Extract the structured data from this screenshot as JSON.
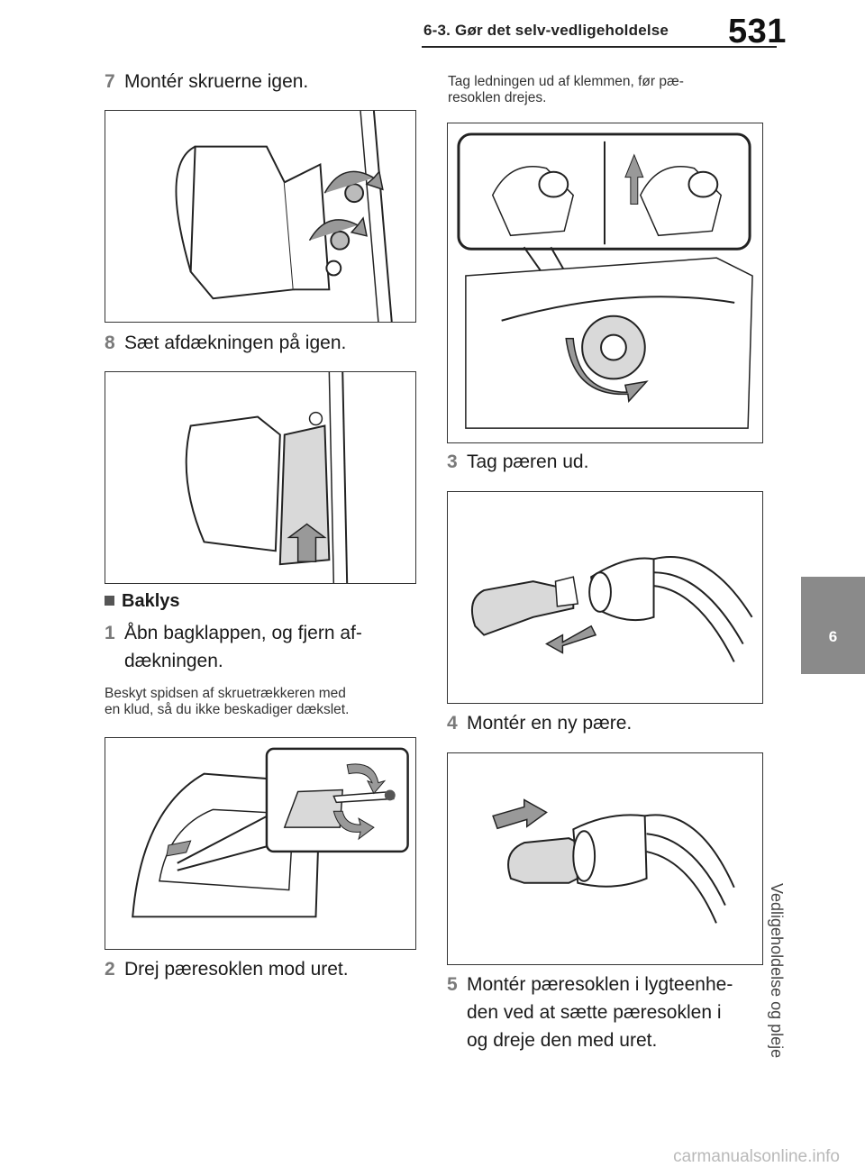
{
  "header": {
    "section": "6-3. Gør det selv-vedligeholdelse",
    "page_number": "531"
  },
  "side_tab": {
    "number": "6",
    "label": "Vedligeholdelse og pleje"
  },
  "left": {
    "step7": {
      "num": "7",
      "text": "Montér skruerne igen."
    },
    "step8": {
      "num": "8",
      "text": "Sæt afdækningen på igen."
    },
    "section_title": "Baklys",
    "step1": {
      "num": "1",
      "line1": "Åbn bagklappen, og fjern af-",
      "line2": "dækningen."
    },
    "note1": {
      "line1": "Beskyt spidsen af skruetrækkeren med",
      "line2": "en klud, så du ikke beskadiger dækslet."
    },
    "step2": {
      "num": "2",
      "text": "Drej pæresoklen mod uret."
    }
  },
  "right": {
    "note2": {
      "line1": "Tag ledningen ud af klemmen, før pæ-",
      "line2": "resoklen drejes."
    },
    "step3": {
      "num": "3",
      "text": "Tag pæren ud."
    },
    "step4": {
      "num": "4",
      "text": "Montér en ny pære."
    },
    "step5": {
      "num": "5",
      "line1": "Montér pæresoklen i lygteenhe-",
      "line2": "den ved at sætte pæresoklen i",
      "line3": "og dreje den med uret."
    }
  },
  "footer": {
    "watermark": "carmanualsonline.info"
  },
  "colors": {
    "tab_gray": "#8a8a8a",
    "step_number_gray": "#7a7a7a",
    "illustration_fill": "#d9d9d9"
  }
}
